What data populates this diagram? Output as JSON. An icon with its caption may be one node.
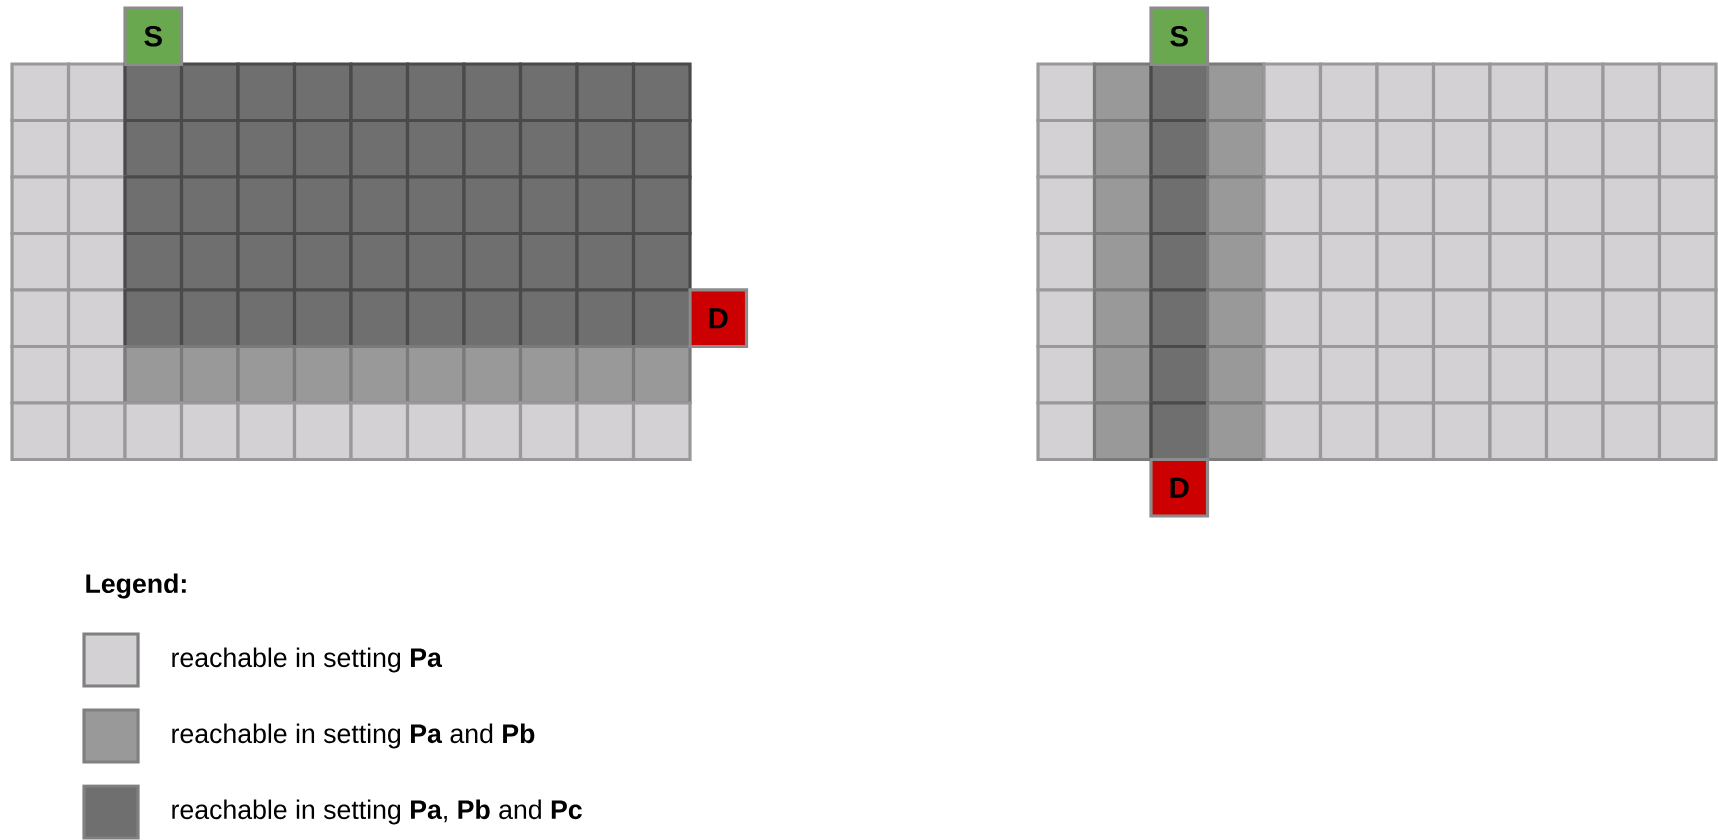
{
  "diagram": {
    "nodes": [
      {
        "text": [
          "S"
        ]
      },
      {
        "text": [
          "D"
        ]
      },
      {
        "text": [
          "S"
        ]
      },
      {
        "text": [
          "D"
        ]
      }
    ],
    "labels": [
      "Legend:"
    ],
    "legend": [
      {
        "text": "reachable in setting **Pa**",
        "color": "#d3d1d3"
      },
      {
        "text": "reachable in setting **Pa** and **Pb**",
        "color": "#999999"
      },
      {
        "text": "reachable in setting **Pa**, **Pb** and **Pc**",
        "color": "#6f6f6f"
      }
    ]
  }
}
